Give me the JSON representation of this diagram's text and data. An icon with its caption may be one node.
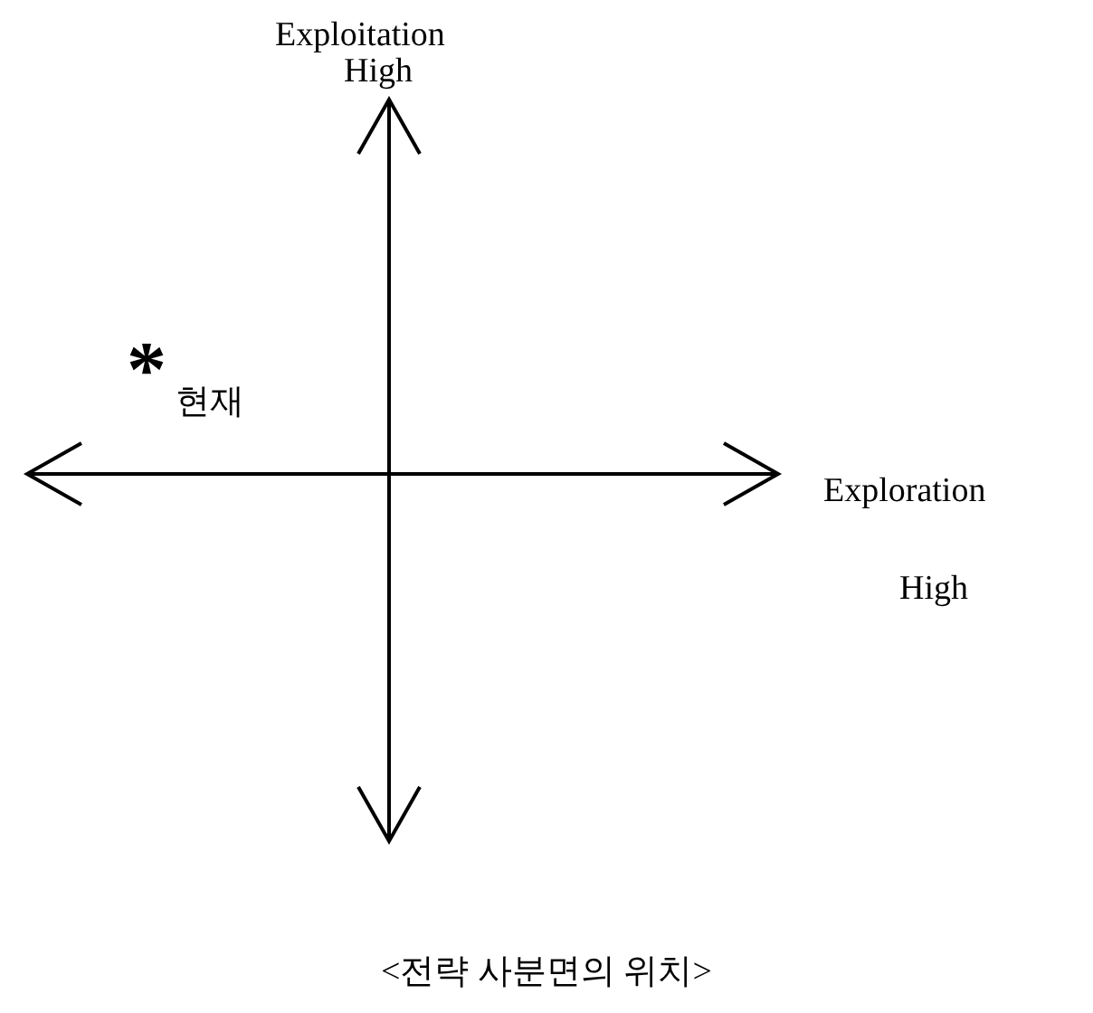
{
  "diagram": {
    "caption": "<전략 사분면의 위치>",
    "labels": [
      "Exploitation",
      "High",
      "*",
      "현재",
      "Exploration",
      "High"
    ]
  }
}
